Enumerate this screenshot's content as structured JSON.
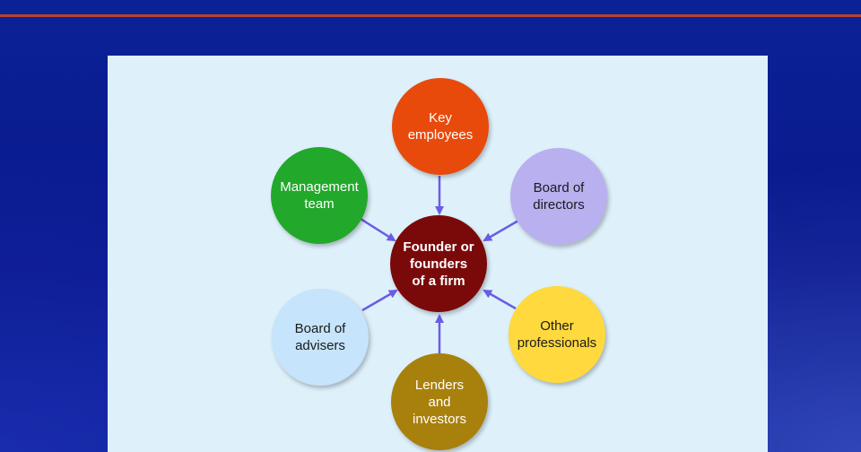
{
  "colors": {
    "background": "#0a1a8c",
    "rule": "#b8432a",
    "panel": "#def1fb",
    "arrow": "#6a5ce6"
  },
  "center": {
    "label": "Founder or\nfounders\nof a firm",
    "color": "#7a0a0a",
    "text_color": "#ffffff"
  },
  "nodes": [
    {
      "id": "key-employees",
      "label": "Key\nemployees",
      "color": "#e84a0c",
      "text_color": "#ffffff"
    },
    {
      "id": "board-of-directors",
      "label": "Board of\ndirectors",
      "color": "#b9b0f0",
      "text_color": "#1a1a1a"
    },
    {
      "id": "other-professionals",
      "label": "Other\nprofessionals",
      "color": "#ffd93d",
      "text_color": "#1a1a1a"
    },
    {
      "id": "lenders-and-investors",
      "label": "Lenders\nand\ninvestors",
      "color": "#a8800c",
      "text_color": "#ffffff"
    },
    {
      "id": "board-of-advisers",
      "label": "Board of\nadvisers",
      "color": "#c6e4fb",
      "text_color": "#1a1a1a"
    },
    {
      "id": "management-team",
      "label": "Management\nteam",
      "color": "#22a82a",
      "text_color": "#ffffff"
    }
  ]
}
